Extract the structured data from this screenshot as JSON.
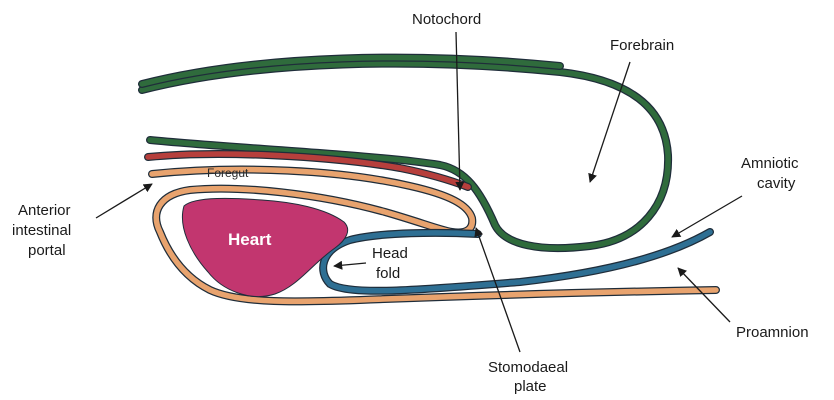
{
  "colors": {
    "green": "#2f6b3c",
    "blue": "#2e6f93",
    "red": "#b63f3c",
    "orange": "#e8a36e",
    "heart": "#c2366f",
    "outline": "#1f2d3a",
    "background": "#ffffff"
  },
  "labels": {
    "notochord": "Notochord",
    "forebrain": "Forebrain",
    "amniotic_line1": "Amniotic",
    "amniotic_line2": "cavity",
    "anterior_line1": "Anterior",
    "anterior_line2": "intestinal",
    "anterior_line3": "portal",
    "foregut": "Foregut",
    "heart": "Heart",
    "head_fold_line1": "Head",
    "head_fold_line2": "fold",
    "stomodaeal_line1": "Stomodaeal",
    "stomodaeal_line2": "plate",
    "proamnion": "Proamnion"
  }
}
